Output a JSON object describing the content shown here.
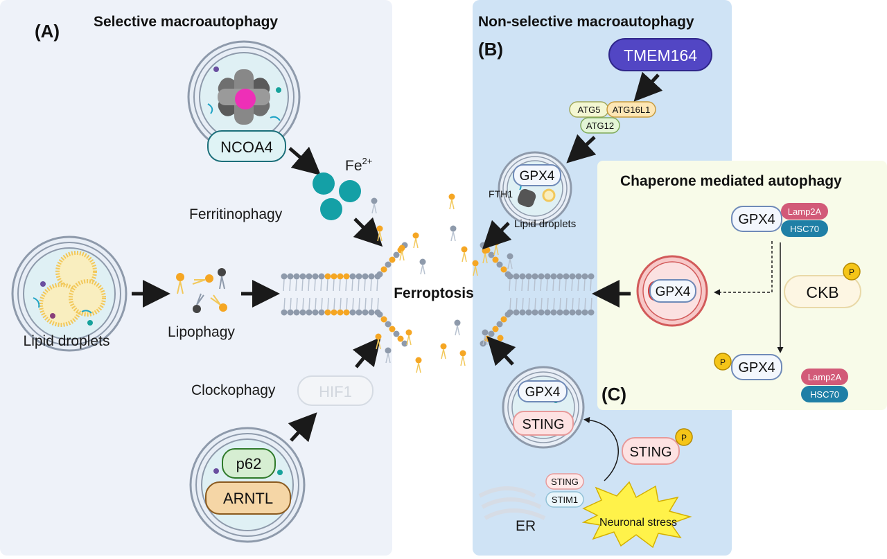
{
  "panels": {
    "a": {
      "label": "(A)",
      "title": "Selective macroautophagy"
    },
    "b": {
      "label": "(B)",
      "title": "Non-selective macroautophagy"
    },
    "c": {
      "label": "(C)",
      "title": "Chaperone mediated autophagy"
    }
  },
  "labels": {
    "ncoa4": "NCOA4",
    "fe_base": "Fe",
    "fe_sup": "2+",
    "ferritinophagy": "Ferritinophagy",
    "lipid_droplets_a": "Lipid droplets",
    "lipophagy": "Lipophagy",
    "clockophagy": "Clockophagy",
    "hif1": "HIF1",
    "p62": "p62",
    "arntl": "ARNTL",
    "ferroptosis": "Ferroptosis",
    "tmem164": "TMEM164",
    "atg5": "ATG5",
    "atg16l1": "ATG16L1",
    "atg12": "ATG12",
    "gpx4": "GPX4",
    "fth1": "FTH1",
    "lipid_droplets_b": "Lipid droplets",
    "sting": "STING",
    "sting_small": "STING",
    "stim1": "STIM1",
    "er": "ER",
    "neuronal_stress": "Neuronal stress",
    "lamp2a": "Lamp2A",
    "hsc70": "HSC70",
    "ckb": "CKB",
    "p": "P"
  },
  "colors": {
    "panel_a_bg": "#eef2f9",
    "panel_b_bg": "#cfe3f5",
    "panel_c_bg": "#f8fbe9",
    "tmem164": "#5246c4",
    "lamp2a": "#d25a78",
    "hsc70": "#1f7fa6",
    "iron": "#14a0a6",
    "lipid_head": "#f5a623",
    "phosphate": "#f5c518",
    "star": "#fff24a"
  }
}
